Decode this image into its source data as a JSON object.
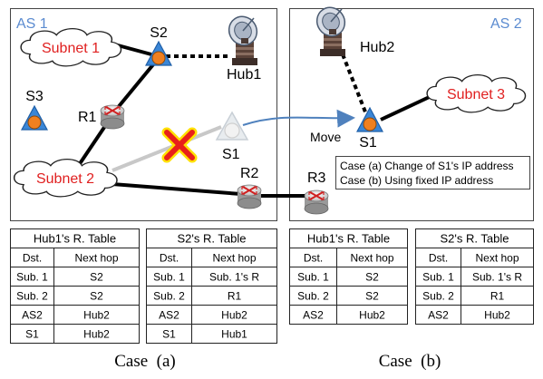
{
  "as1": {
    "label": "AS 1"
  },
  "as2": {
    "label": "AS 2"
  },
  "nodes": {
    "subnet1": "Subnet 1",
    "subnet2": "Subnet 2",
    "subnet3": "Subnet 3",
    "s2": "S2",
    "s3": "S3",
    "r1": "R1",
    "r2": "R2",
    "r3": "R3",
    "s1_old": "S1",
    "s1_new": "S1",
    "hub1": "Hub1",
    "hub2": "Hub2"
  },
  "move_label": "Move",
  "legend": {
    "line1": "Case (a) Change of S1's IP address",
    "line2": "Case (b) Using fixed IP address"
  },
  "tables": {
    "a_hub1": {
      "title": "Hub1's R. Table",
      "headers": [
        "Dst.",
        "Next hop"
      ],
      "rows": [
        [
          "Sub. 1",
          "S2"
        ],
        [
          "Sub. 2",
          "S2"
        ],
        [
          "AS2",
          "Hub2"
        ],
        [
          "S1",
          "Hub2"
        ]
      ]
    },
    "a_s2": {
      "title": "S2's R. Table",
      "headers": [
        "Dst.",
        "Next hop"
      ],
      "rows": [
        [
          "Sub. 1",
          "Sub. 1's R"
        ],
        [
          "Sub. 2",
          "R1"
        ],
        [
          "AS2",
          "Hub2"
        ],
        [
          "S1",
          "Hub1"
        ]
      ]
    },
    "b_hub1": {
      "title": "Hub1's R. Table",
      "headers": [
        "Dst.",
        "Next hop"
      ],
      "rows": [
        [
          "Sub. 1",
          "S2"
        ],
        [
          "Sub. 2",
          "S2"
        ],
        [
          "AS2",
          "Hub2"
        ]
      ]
    },
    "b_s2": {
      "title": "S2's R. Table",
      "headers": [
        "Dst.",
        "Next hop"
      ],
      "rows": [
        [
          "Sub. 1",
          "Sub. 1's R"
        ],
        [
          "Sub. 2",
          "R1"
        ],
        [
          "AS2",
          "Hub2"
        ]
      ]
    }
  },
  "captions": {
    "a": "Case  (a)",
    "b": "Case  (b)"
  },
  "colors": {
    "as_label": "#5b8bd0",
    "subnet_text": "#e02020",
    "satellite_fill": "#3a86d6",
    "satellite_dot": "#f08020",
    "move_arrow": "#4f81bd",
    "cross_red": "#e8201a",
    "cross_yellow": "#ffe000"
  }
}
